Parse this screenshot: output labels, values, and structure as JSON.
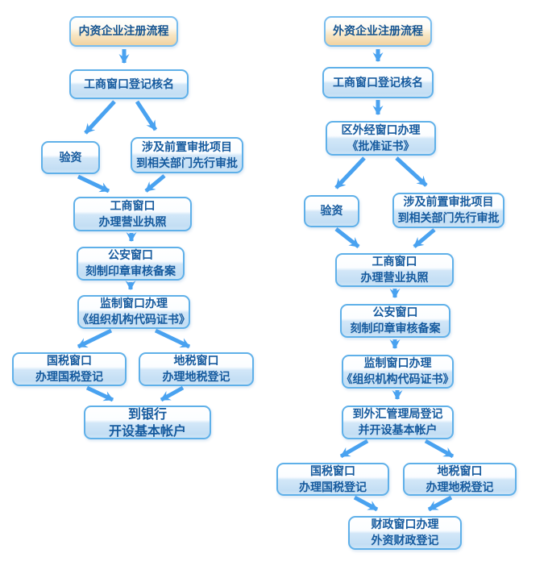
{
  "diagram": {
    "colors": {
      "arrow": "#49a2f0",
      "box_border": "#5fb0e9",
      "box_fill_bottom": "#c3def4",
      "start_fill_bottom": "#f1d3a1",
      "text": "#155a9e",
      "background": "#ffffff"
    },
    "domestic": {
      "title": "内资企业注册流程",
      "nodes": {
        "start": {
          "lines": [
            "内资企业注册流程"
          ]
        },
        "name_check": {
          "lines": [
            "工商窗口登记核名"
          ]
        },
        "capital": {
          "lines": [
            "验资"
          ]
        },
        "pre_approval": {
          "lines": [
            "涉及前置审批项目",
            "到相关部门先行审批"
          ]
        },
        "license": {
          "lines": [
            "工商窗口",
            "办理营业执照"
          ]
        },
        "seal": {
          "lines": [
            "公安窗口",
            "刻制印章审核备案"
          ]
        },
        "org_code": {
          "lines": [
            "监制窗口办理",
            "《组织机构代码证书》"
          ]
        },
        "national_tax": {
          "lines": [
            "国税窗口",
            "办理国税登记"
          ]
        },
        "local_tax": {
          "lines": [
            "地税窗口",
            "办理地税登记"
          ]
        },
        "bank": {
          "lines": [
            "到银行",
            "开设基本帐户"
          ]
        }
      },
      "edges": [
        {
          "from": "start",
          "to": "name_check"
        },
        {
          "from": "name_check",
          "to": "capital"
        },
        {
          "from": "name_check",
          "to": "pre_approval"
        },
        {
          "from": "capital",
          "to": "license"
        },
        {
          "from": "pre_approval",
          "to": "license"
        },
        {
          "from": "license",
          "to": "seal"
        },
        {
          "from": "seal",
          "to": "org_code"
        },
        {
          "from": "org_code",
          "to": "national_tax"
        },
        {
          "from": "org_code",
          "to": "local_tax"
        },
        {
          "from": "national_tax",
          "to": "bank"
        },
        {
          "from": "local_tax",
          "to": "bank"
        }
      ]
    },
    "foreign": {
      "title": "外资企业注册流程",
      "nodes": {
        "start": {
          "lines": [
            "外资企业注册流程"
          ]
        },
        "name_check": {
          "lines": [
            "工商窗口登记核名"
          ]
        },
        "approval_cert": {
          "lines": [
            "区外经窗口办理",
            "《批准证书》"
          ]
        },
        "capital": {
          "lines": [
            "验资"
          ]
        },
        "pre_approval": {
          "lines": [
            "涉及前置审批项目",
            "到相关部门先行审批"
          ]
        },
        "license": {
          "lines": [
            "工商窗口",
            "办理营业执照"
          ]
        },
        "seal": {
          "lines": [
            "公安窗口",
            "刻制印章审核备案"
          ]
        },
        "org_code": {
          "lines": [
            "监制窗口办理",
            "《组织机构代码证书》"
          ]
        },
        "forex": {
          "lines": [
            "到外汇管理局登记",
            "并开设基本帐户"
          ]
        },
        "national_tax": {
          "lines": [
            "国税窗口",
            "办理国税登记"
          ]
        },
        "local_tax": {
          "lines": [
            "地税窗口",
            "办理地税登记"
          ]
        },
        "fiscal": {
          "lines": [
            "财政窗口办理",
            "外资财政登记"
          ]
        }
      },
      "edges": [
        {
          "from": "start",
          "to": "name_check"
        },
        {
          "from": "name_check",
          "to": "approval_cert"
        },
        {
          "from": "approval_cert",
          "to": "capital"
        },
        {
          "from": "approval_cert",
          "to": "pre_approval"
        },
        {
          "from": "capital",
          "to": "license"
        },
        {
          "from": "pre_approval",
          "to": "license"
        },
        {
          "from": "license",
          "to": "seal"
        },
        {
          "from": "seal",
          "to": "org_code"
        },
        {
          "from": "org_code",
          "to": "forex"
        },
        {
          "from": "forex",
          "to": "national_tax"
        },
        {
          "from": "forex",
          "to": "local_tax"
        },
        {
          "from": "national_tax",
          "to": "fiscal"
        },
        {
          "from": "local_tax",
          "to": "fiscal"
        }
      ]
    }
  }
}
